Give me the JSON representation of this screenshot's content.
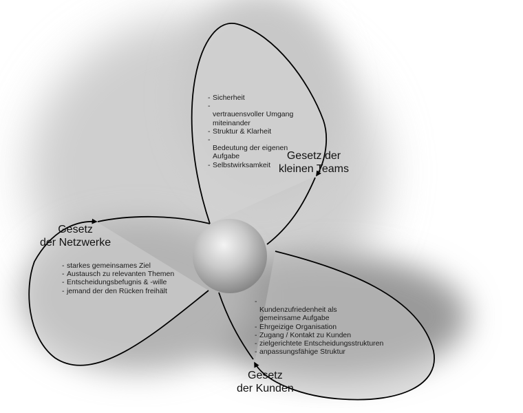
{
  "teams": {
    "title_line1": "Gesetz der",
    "title_line2": "kleinen Teams",
    "items": [
      "Sicherheit",
      "vertrauensvoller Umgang\nmiteinander",
      "Struktur & Klarheit",
      "Bedeutung der eigenen\nAufgabe",
      "Selbstwirksamkeit"
    ]
  },
  "netzwerke": {
    "title_line1": "Gesetz",
    "title_line2": "der Netzwerke",
    "items": [
      "starkes gemeinsames Ziel",
      "Austausch zu relevanten Themen",
      "Entscheidungsbefugnis & -wille",
      "jemand der den Rücken freihält"
    ]
  },
  "kunden": {
    "title_line1": "Gesetz",
    "title_line2": "der Kunden",
    "items": [
      "Kundenzufriedenheit als\ngemeinsame Aufgabe",
      "Ehrgeizige Organisation",
      "Zugang / Kontakt zu Kunden",
      "zielgerichtete Entscheidungsstrukturen",
      "anpassungsfähige Struktur"
    ]
  }
}
